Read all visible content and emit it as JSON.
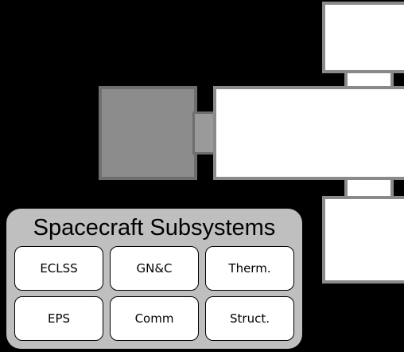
{
  "panel": {
    "title": "Spacecraft Subsystems",
    "subsystems": [
      {
        "label": "ECLSS"
      },
      {
        "label": "GN&C"
      },
      {
        "label": "Therm."
      },
      {
        "label": "EPS"
      },
      {
        "label": "Comm"
      },
      {
        "label": "Struct."
      }
    ]
  },
  "colors": {
    "background": "#000000",
    "module_fill": "#ffffff",
    "module_outline": "#8a8a8a",
    "gray_module": "#8c8c8c",
    "panel": "#bfbfbf"
  }
}
